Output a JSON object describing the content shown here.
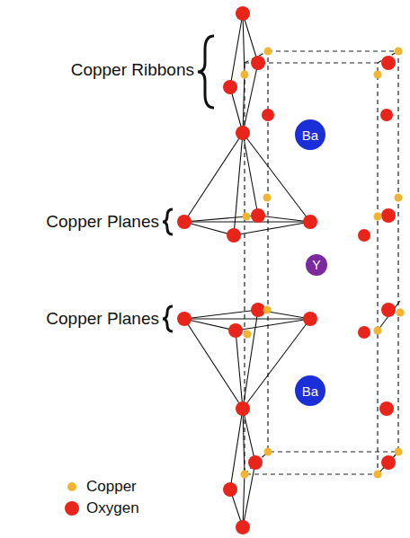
{
  "diagram": {
    "nodes": [
      {
        "text": [
          "Ba"
        ]
      },
      {
        "text": [
          "Y"
        ]
      },
      {
        "text": [
          "Ba"
        ]
      }
    ],
    "labels": [
      "Copper Ribbons",
      "Copper Planes",
      "Copper Planes"
    ],
    "legend": [
      {
        "text": "Copper",
        "color": "#f2b531"
      },
      {
        "text": "Oxygen",
        "color": "#e8241b"
      }
    ]
  }
}
